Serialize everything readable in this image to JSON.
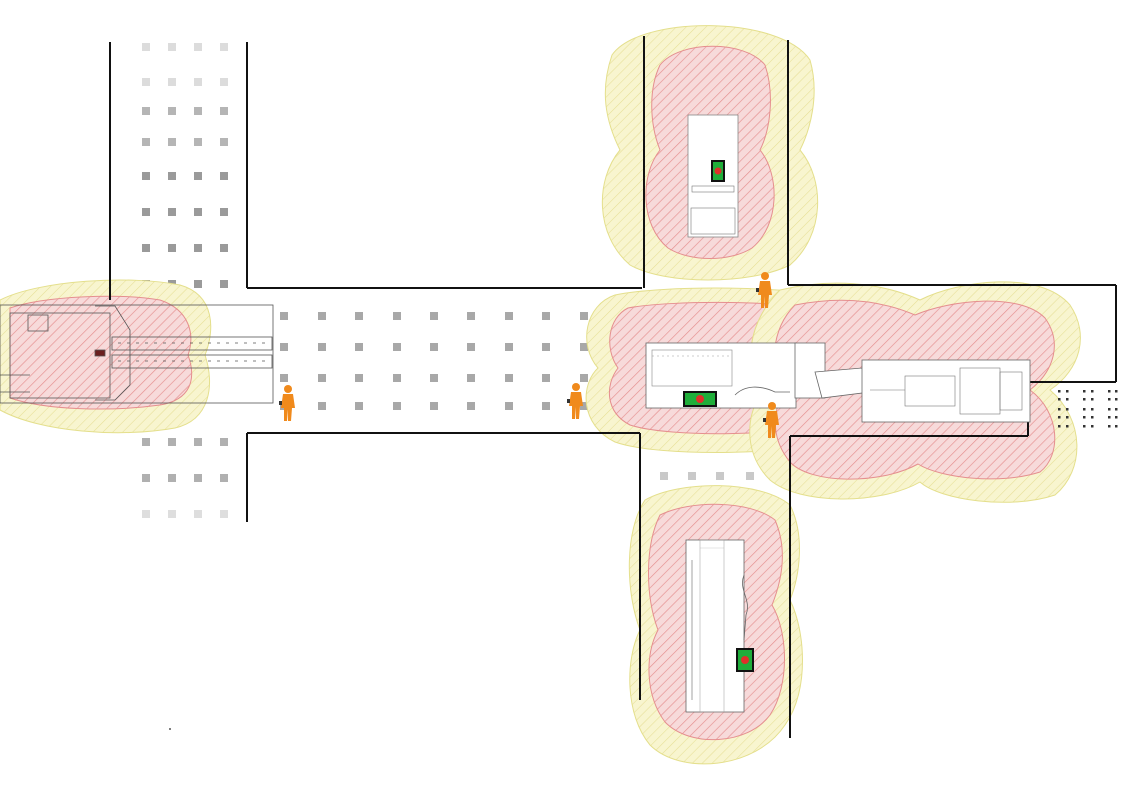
{
  "colors": {
    "background": "#ffffff",
    "wall": "#111111",
    "pillar_dark": "#8c8c8c",
    "pillar_light": "#c8c8c8",
    "outer_zone_fill": "#f6f3c6",
    "outer_zone_stroke": "#e4df8c",
    "inner_zone_fill": "#f6d2d2",
    "inner_zone_stroke": "#e58f8f",
    "machine": "#ffffff",
    "machine_line": "#555555",
    "panel_green": "#1fae3a",
    "panel_red": "#e0302a",
    "worker": "#f08a1c"
  },
  "labels": {},
  "legend": [],
  "machines": [
    {
      "name": "machine-west",
      "panel": false
    },
    {
      "name": "machine-north",
      "panel": true
    },
    {
      "name": "machine-center",
      "panel": true
    },
    {
      "name": "machine-east",
      "panel": false
    },
    {
      "name": "machine-south",
      "panel": true
    }
  ],
  "workers": [
    {
      "name": "worker-west"
    },
    {
      "name": "worker-center-left"
    },
    {
      "name": "worker-north-junction"
    },
    {
      "name": "worker-south-junction"
    }
  ],
  "icons": [
    "worker-icon",
    "control-panel-icon"
  ]
}
